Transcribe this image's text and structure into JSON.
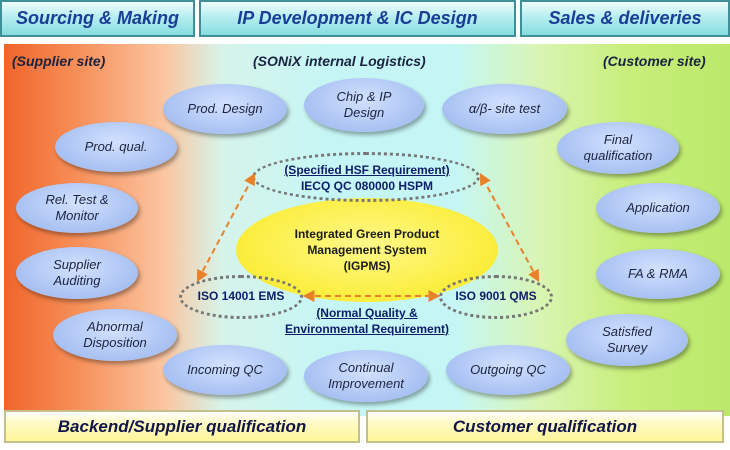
{
  "header": {
    "left": "Sourcing & Making",
    "center": "IP Development & IC Design",
    "right": "Sales & deliveries"
  },
  "sites": {
    "supplier": "(Supplier site)",
    "sonix": "(SONiX internal Logistics)",
    "customer": "(Customer site)"
  },
  "nodes": {
    "prod_design": "Prod. Design",
    "chip_ip_1": "Chip & IP",
    "chip_ip_2": "Design",
    "site_test": "α/β- site test",
    "prod_qual": "Prod. qual.",
    "rel_test_1": "Rel. Test &",
    "rel_test_2": "Monitor",
    "supplier_audit_1": "Supplier",
    "supplier_audit_2": "Auditing",
    "abnormal_1": "Abnormal",
    "abnormal_2": "Disposition",
    "incoming_qc": "Incoming QC",
    "continual_1": "Continual",
    "continual_2": "Improvement",
    "outgoing_qc": "Outgoing QC",
    "final_qual_1": "Final",
    "final_qual_2": "qualification",
    "application": "Application",
    "fa_rma": "FA & RMA",
    "satisfied_1": "Satisfied",
    "satisfied_2": "Survey"
  },
  "center": {
    "hsf_1": "(Specified HSF Requirement)",
    "hsf_2": "IECQ QC 080000 HSPM",
    "igpms_1": "Integrated Green Product",
    "igpms_2": "Management System",
    "igpms_3": "(IGPMS)",
    "ems": "ISO 14001 EMS",
    "qms": "ISO 9001 QMS",
    "normal_1": "(Normal Quality &",
    "normal_2": "Environmental Requirement)"
  },
  "bottom": {
    "left": "Backend/Supplier qualification",
    "right": "Customer qualification"
  },
  "colors": {
    "arrow": "#e8822a",
    "header_text": "#1a3d95",
    "node_fill": "#a8c1f2",
    "core_fill": "#fbee40"
  }
}
